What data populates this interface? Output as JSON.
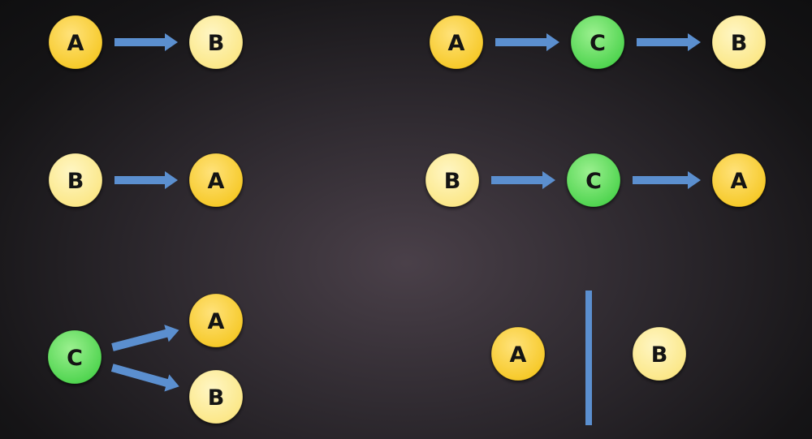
{
  "colors": {
    "node_a_fill": "#f6c928",
    "node_a_inner": "#ffe27a",
    "node_b_fill": "#fbe787",
    "node_b_inner": "#fff6c4",
    "node_c_fill": "#4fd44f",
    "node_c_inner": "#9bf08f",
    "arrow": "#5b8fcf",
    "divider": "#5b8fcf"
  },
  "diagrams": [
    {
      "id": "a-causes-b",
      "nodes": [
        {
          "id": "a",
          "label": "A",
          "kind": "a"
        },
        {
          "id": "b",
          "label": "B",
          "kind": "b"
        }
      ],
      "edges": [
        [
          "a",
          "b"
        ]
      ]
    },
    {
      "id": "b-causes-a",
      "nodes": [
        {
          "id": "b",
          "label": "B",
          "kind": "b"
        },
        {
          "id": "a",
          "label": "A",
          "kind": "a"
        }
      ],
      "edges": [
        [
          "b",
          "a"
        ]
      ]
    },
    {
      "id": "c-causes-both",
      "nodes": [
        {
          "id": "c",
          "label": "C",
          "kind": "c"
        },
        {
          "id": "a",
          "label": "A",
          "kind": "a"
        },
        {
          "id": "b",
          "label": "B",
          "kind": "b"
        }
      ],
      "edges": [
        [
          "c",
          "a"
        ],
        [
          "c",
          "b"
        ]
      ]
    },
    {
      "id": "a-via-c-to-b",
      "nodes": [
        {
          "id": "a",
          "label": "A",
          "kind": "a"
        },
        {
          "id": "c",
          "label": "C",
          "kind": "c"
        },
        {
          "id": "b",
          "label": "B",
          "kind": "b"
        }
      ],
      "edges": [
        [
          "a",
          "c"
        ],
        [
          "c",
          "b"
        ]
      ]
    },
    {
      "id": "b-via-c-to-a",
      "nodes": [
        {
          "id": "b",
          "label": "B",
          "kind": "b"
        },
        {
          "id": "c",
          "label": "C",
          "kind": "c"
        },
        {
          "id": "a",
          "label": "A",
          "kind": "a"
        }
      ],
      "edges": [
        [
          "b",
          "c"
        ],
        [
          "c",
          "a"
        ]
      ]
    },
    {
      "id": "a-independent-b",
      "nodes": [
        {
          "id": "a",
          "label": "A",
          "kind": "a"
        },
        {
          "id": "b",
          "label": "B",
          "kind": "b"
        }
      ],
      "edges": [],
      "separated": true
    }
  ]
}
